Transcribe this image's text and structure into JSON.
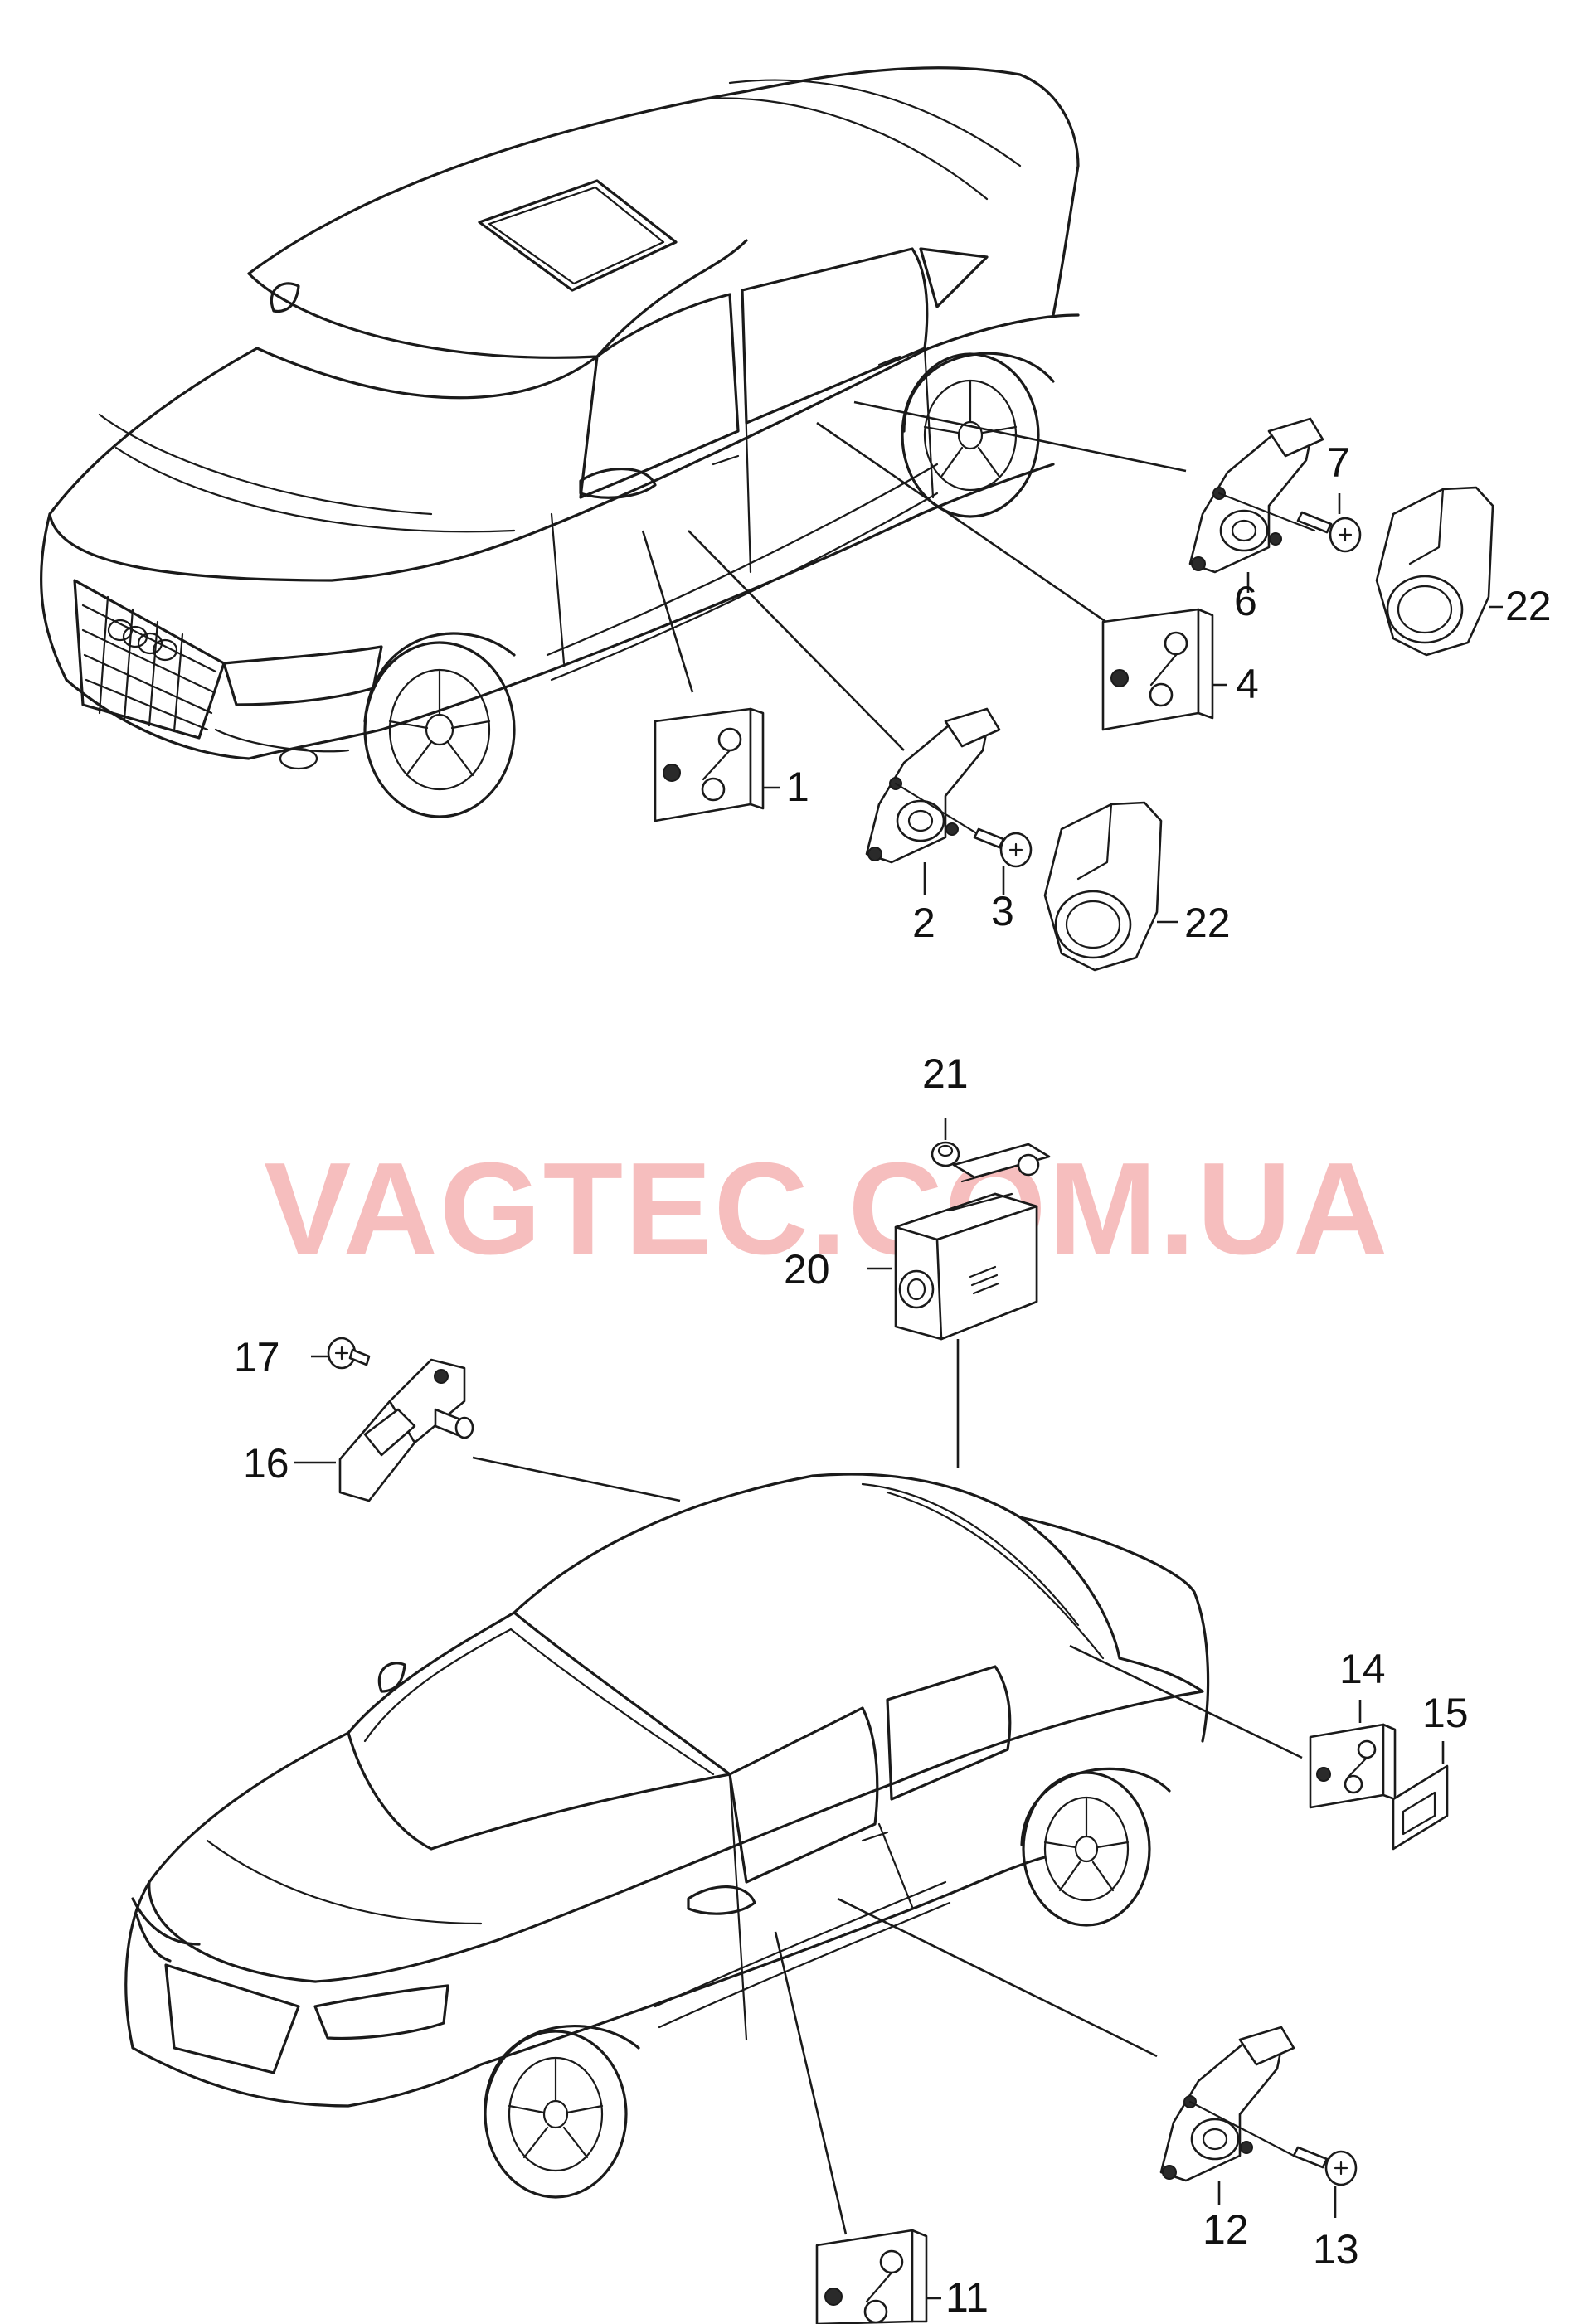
{
  "watermark": {
    "text": "VAGTEC.COM.UA",
    "color": "#f08a8a"
  },
  "callouts": {
    "c1": "1",
    "c2": "2",
    "c3": "3",
    "c4": "4",
    "c6": "6",
    "c7": "7",
    "c11": "11",
    "c12": "12",
    "c13": "13",
    "c14": "14",
    "c15": "15",
    "c16": "16",
    "c17": "17",
    "c20": "20",
    "c21": "21",
    "c22a": "22",
    "c22b": "22"
  },
  "parts": [
    {
      "number": "1",
      "icon": "control-switch-icon"
    },
    {
      "number": "2",
      "icon": "window-regulator-motor-icon"
    },
    {
      "number": "3",
      "icon": "screw-icon"
    },
    {
      "number": "4",
      "icon": "control-switch-icon"
    },
    {
      "number": "6",
      "icon": "window-regulator-motor-icon"
    },
    {
      "number": "7",
      "icon": "screw-icon"
    },
    {
      "number": "11",
      "icon": "control-switch-icon"
    },
    {
      "number": "12",
      "icon": "window-regulator-motor-icon"
    },
    {
      "number": "13",
      "icon": "screw-icon"
    },
    {
      "number": "14",
      "icon": "control-switch-icon"
    },
    {
      "number": "15",
      "icon": "gasket-icon"
    },
    {
      "number": "16",
      "icon": "roof-motor-icon"
    },
    {
      "number": "17",
      "icon": "screw-icon"
    },
    {
      "number": "20",
      "icon": "control-unit-icon"
    },
    {
      "number": "21",
      "icon": "nut-icon"
    },
    {
      "number": "22",
      "icon": "motor-cover-icon"
    }
  ]
}
